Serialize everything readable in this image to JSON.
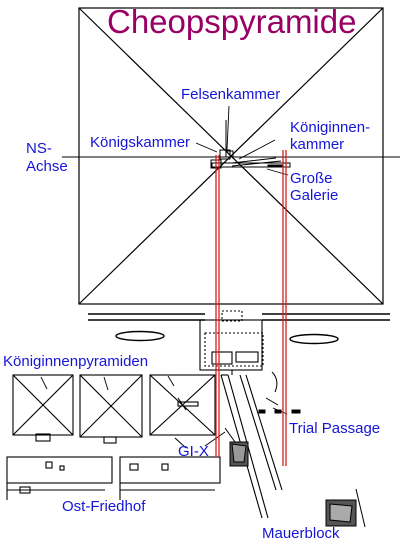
{
  "title": "Cheopspyramide",
  "labels": {
    "felsenkammer": "Felsenkammer",
    "ns_achse_1": "NS-",
    "ns_achse_2": "Achse",
    "koenigskammer": "Königskammer",
    "koeniginnenkammer_1": "Königinnen-",
    "koeniginnenkammer_2": "kammer",
    "grosse_galerie_1": "Große",
    "grosse_galerie_2": "Galerie",
    "koeniginnenpyramiden": "Königinnenpyramiden",
    "trial_passage": "Trial Passage",
    "gi_x": "GI-X",
    "ost_friedhof": "Ost-Friedhof",
    "mauerblock": "Mauerblock"
  },
  "colors": {
    "title": "#990066",
    "label": "#1515d8",
    "marker_line": "#d42020",
    "drawing": "#000000"
  }
}
